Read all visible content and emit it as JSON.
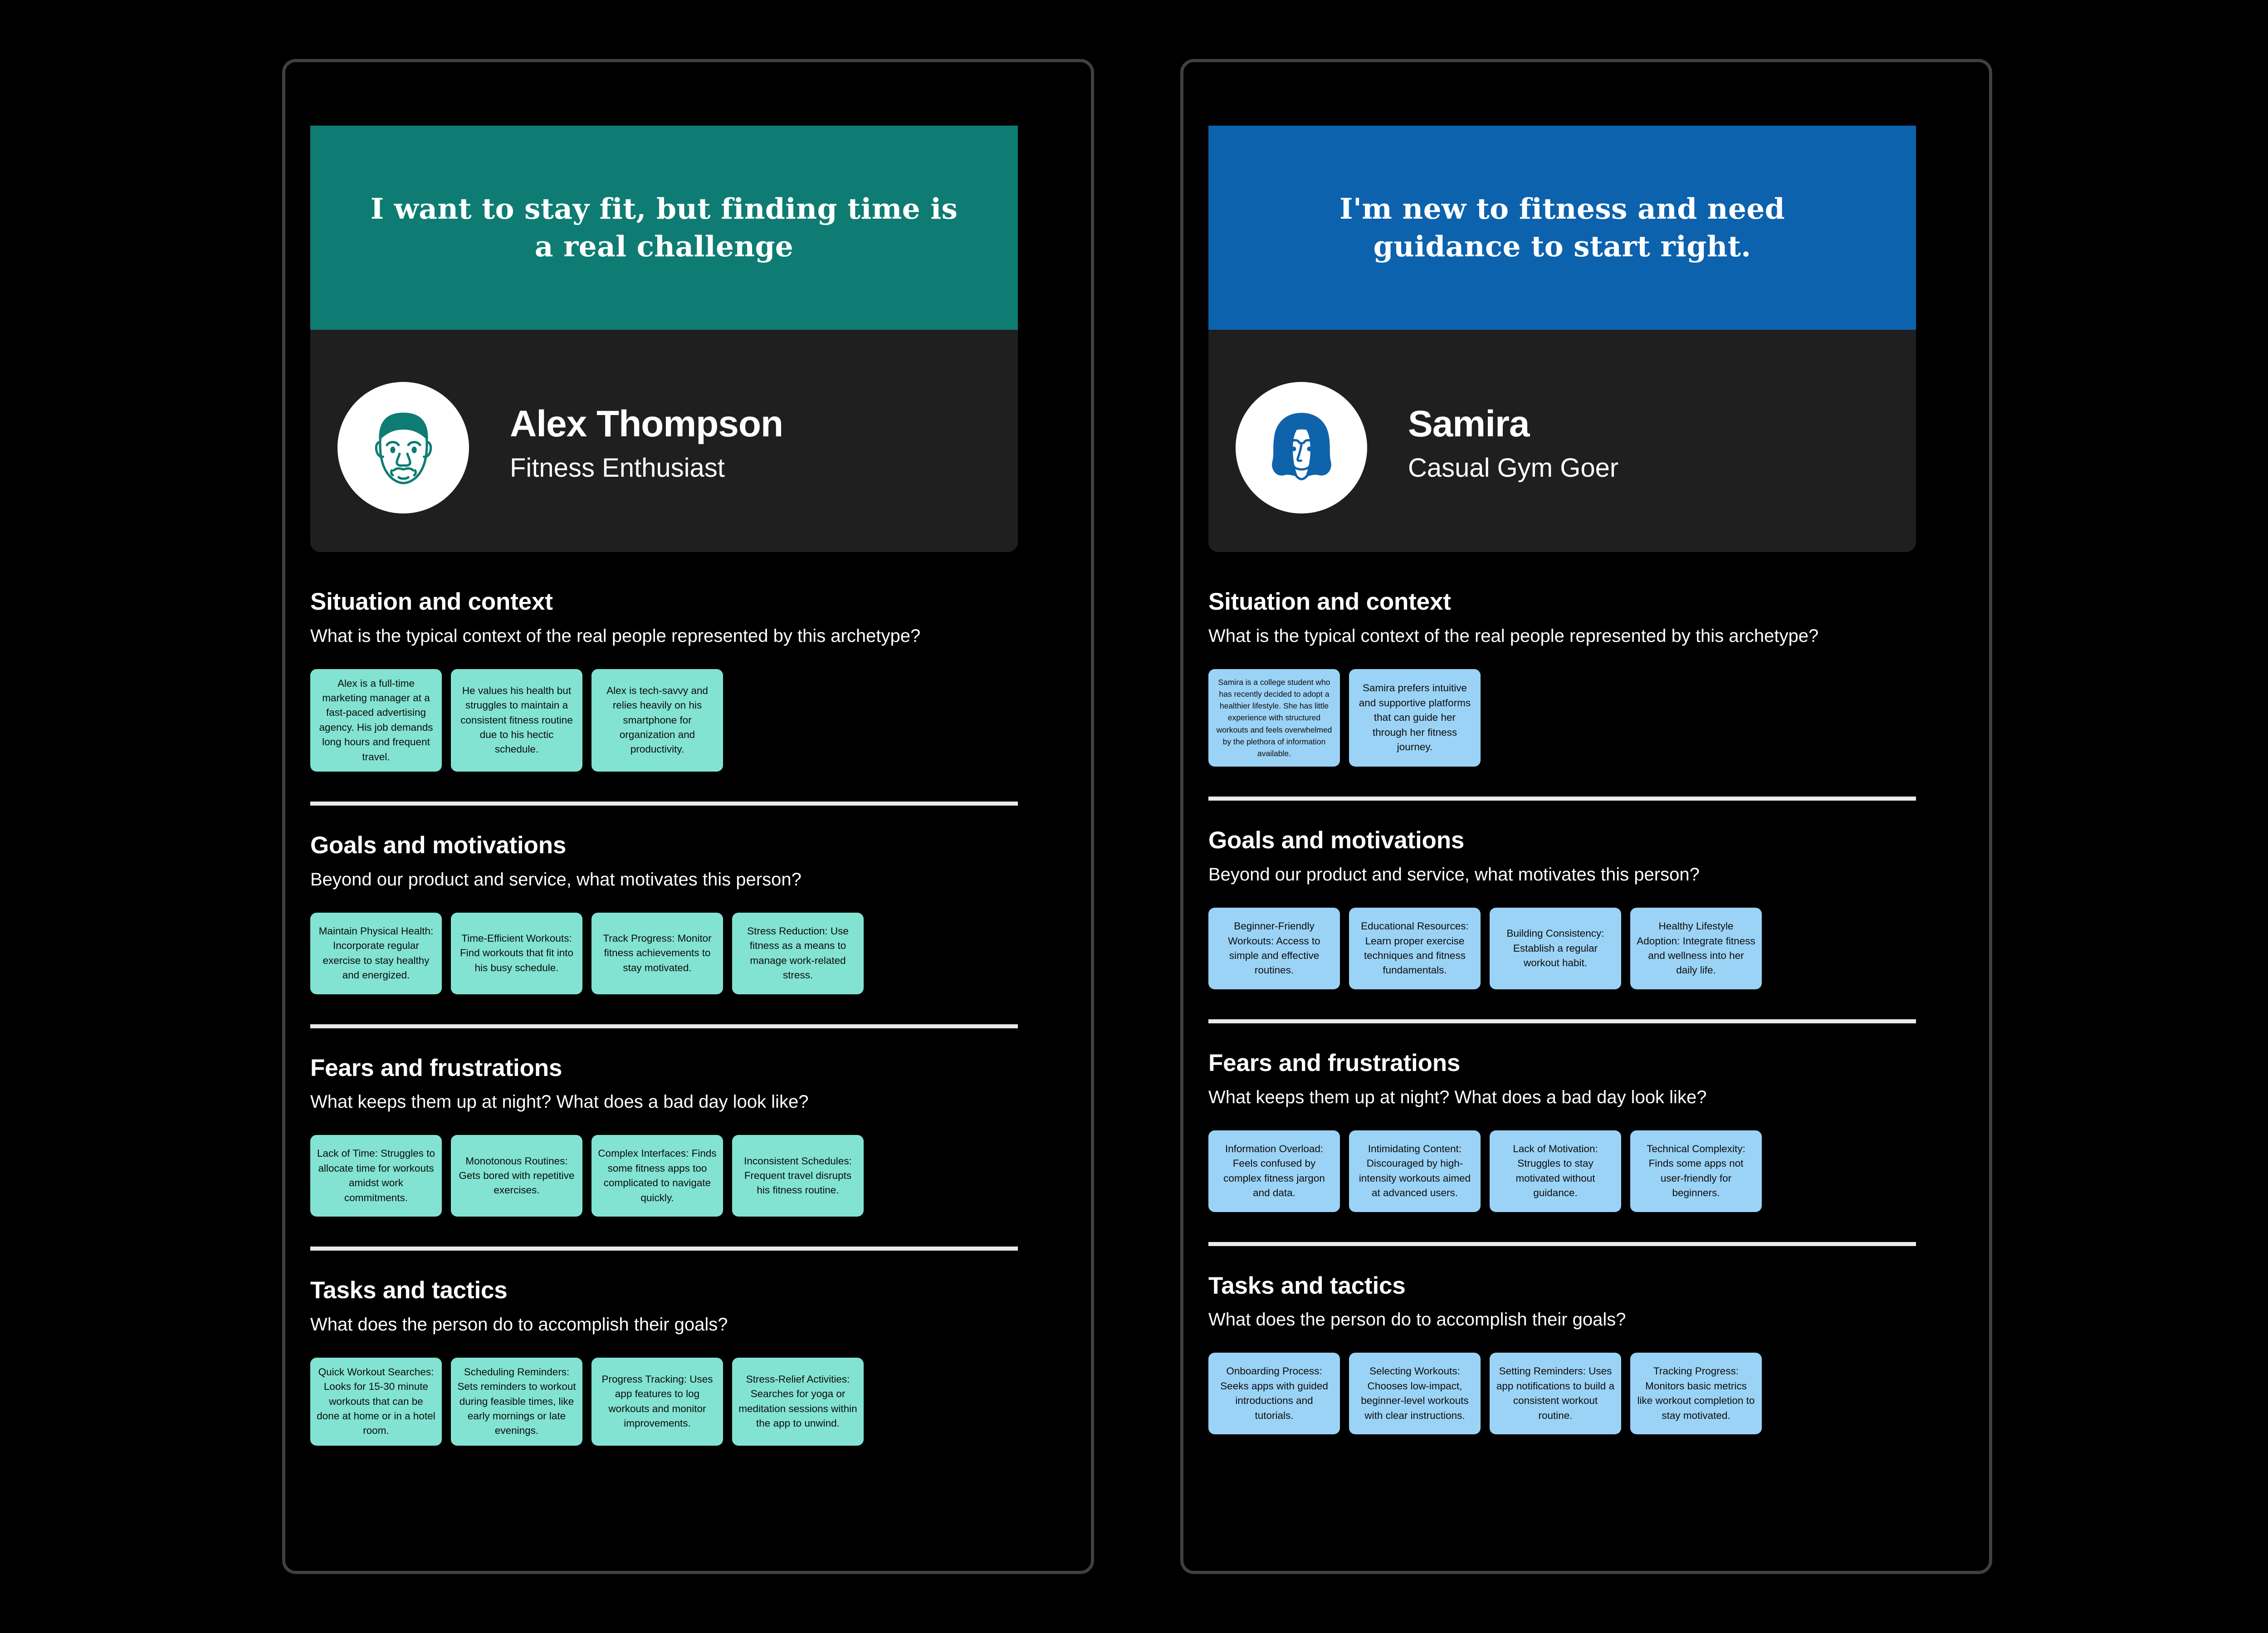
{
  "colors": {
    "background": "#000000",
    "frame_border": "#404040",
    "profile_card": "#1f1f1f",
    "divider": "#eaeaea",
    "teal_accent": "#0e7c72",
    "teal_card": "#82e3d2",
    "blue_accent": "#0c62ad",
    "blue_card": "#9bd3f6"
  },
  "section_labels": {
    "situation_title": "Situation and context",
    "situation_sub": "What is the typical context of the real people represented by this archetype?",
    "goals_title": "Goals and motivations",
    "goals_sub": "Beyond our product and service, what motivates this person?",
    "fears_title": "Fears and frustrations",
    "fears_sub": "What keeps them up at night? What does a bad day look like?",
    "tasks_title": "Tasks and tactics",
    "tasks_sub": "What does the person do to accomplish their goals?"
  },
  "personas": [
    {
      "id": "alex",
      "quote": "I want to stay fit, but finding time is a real challenge",
      "name": "Alex Thompson",
      "role": "Fitness Enthusiast",
      "avatar_icon": "male-face-avatar-icon",
      "accent": "#0e7c72",
      "card_color": "#82e3d2",
      "situation": [
        "Alex is a full-time marketing manager at a fast-paced advertising agency. His job demands long hours and frequent travel.",
        "He values his health but struggles to maintain a consistent fitness routine due to his hectic schedule.",
        "Alex is tech-savvy and relies heavily on his smartphone for organization and productivity."
      ],
      "goals": [
        "Maintain Physical Health: Incorporate regular exercise to stay healthy and energized.",
        "Time-Efficient Workouts: Find workouts that fit into his busy schedule.",
        "Track Progress: Monitor fitness achievements to stay motivated.",
        "Stress Reduction: Use fitness as a means to manage work-related stress."
      ],
      "fears": [
        "Lack of Time: Struggles to allocate time for workouts amidst work commitments.",
        "Monotonous Routines: Gets bored with repetitive exercises.",
        "Complex Interfaces: Finds some fitness apps too complicated to navigate quickly.",
        "Inconsistent Schedules: Frequent travel disrupts his fitness routine."
      ],
      "tasks": [
        "Quick Workout Searches: Looks for 15-30 minute workouts that can be done at home or in a hotel room.",
        "Scheduling Reminders: Sets reminders to workout during feasible times, like early mornings or late evenings.",
        "Progress Tracking: Uses app features to log workouts and monitor improvements.",
        "Stress-Relief Activities: Searches for yoga or meditation sessions within the app to unwind."
      ]
    },
    {
      "id": "samira",
      "quote": "I'm new to fitness and need guidance to start right.",
      "name": "Samira",
      "role": "Casual Gym Goer",
      "avatar_icon": "female-face-avatar-icon",
      "accent": "#0c62ad",
      "card_color": "#9bd3f6",
      "situation": [
        "Samira is a college student who has recently decided to adopt a healthier lifestyle. She has little experience with structured workouts and feels overwhelmed by the plethora of information available.",
        "Samira prefers intuitive and supportive platforms that can guide her through her fitness journey."
      ],
      "goals": [
        "Beginner-Friendly Workouts: Access to simple and effective routines.",
        "Educational Resources: Learn proper exercise techniques and fitness fundamentals.",
        "Building Consistency: Establish a regular workout habit.",
        "Healthy Lifestyle Adoption: Integrate fitness and wellness into her daily life."
      ],
      "fears": [
        "Information Overload: Feels confused by complex fitness jargon and data.",
        "Intimidating Content: Discouraged by high-intensity workouts aimed at advanced users.",
        "Lack of Motivation: Struggles to stay motivated without guidance.",
        "Technical Complexity: Finds some apps not user-friendly for beginners."
      ],
      "tasks": [
        "Onboarding Process: Seeks apps with guided introductions and tutorials.",
        "Selecting Workouts: Chooses low-impact, beginner-level workouts with clear instructions.",
        "Setting Reminders: Uses app notifications to build a consistent workout routine.",
        "Tracking Progress: Monitors basic metrics like workout completion to stay motivated."
      ]
    }
  ]
}
